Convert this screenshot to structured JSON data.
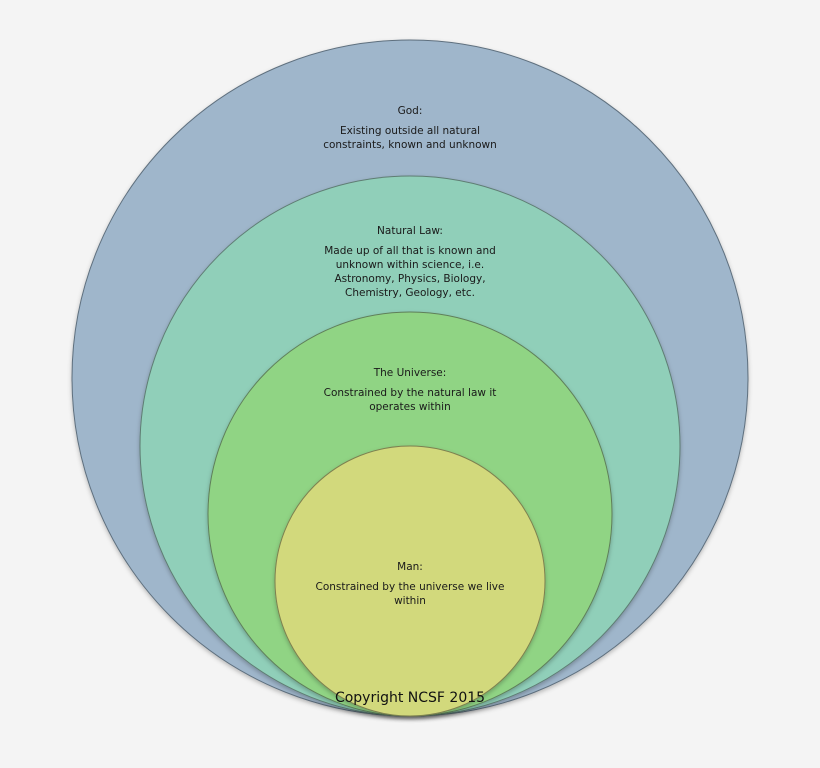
{
  "colors": {
    "background": "#f4f4f4",
    "god_fill": "#9fb6cb",
    "natural_law_fill": "#90cfb9",
    "universe_fill": "#90d484",
    "man_fill": "#d2d97c",
    "outline": "#5e6f7e"
  },
  "circles": {
    "god": {
      "heading": "God:",
      "description": "Existing outside all natural constraints, known and unknown"
    },
    "natural_law": {
      "heading": "Natural Law:",
      "description": "Made up of all that is known and unknown within science, i.e. Astronomy, Physics, Biology, Chemistry, Geology, etc."
    },
    "universe": {
      "heading": "The Universe:",
      "description": "Constrained by the natural law it operates within"
    },
    "man": {
      "heading": "Man:",
      "description": "Constrained by the universe we live within"
    }
  },
  "copyright": "Copyright NCSF 2015"
}
